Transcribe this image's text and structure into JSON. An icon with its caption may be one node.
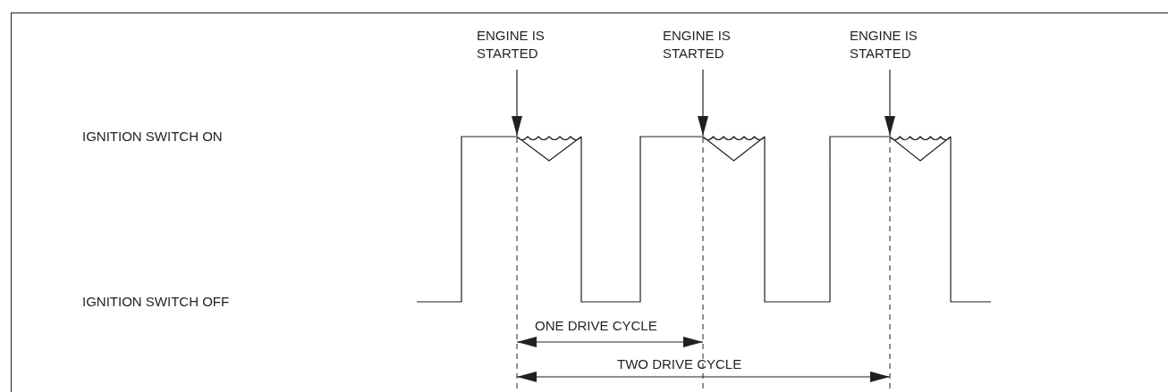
{
  "diagram": {
    "nodes": [
      {
        "text": [
          "ENGINE IS STARTED"
        ]
      },
      {
        "text": [
          "ENGINE IS STARTED"
        ]
      },
      {
        "text": [
          "ENGINE IS STARTED"
        ]
      },
      {
        "text": [],
        "shape": "picture"
      }
    ],
    "edges": [
      {
        "from": 0,
        "to": 3,
        "arrow": "to"
      },
      {
        "from": 1,
        "to": 3,
        "arrow": "to"
      },
      {
        "from": 2,
        "to": 3,
        "arrow": "to"
      }
    ],
    "labels": [
      "IGNITION SWITCH ON",
      "IGNITION SWITCH OFF",
      "ONE DRIVE CYCLE",
      "TWO DRIVE CYCLE"
    ]
  }
}
